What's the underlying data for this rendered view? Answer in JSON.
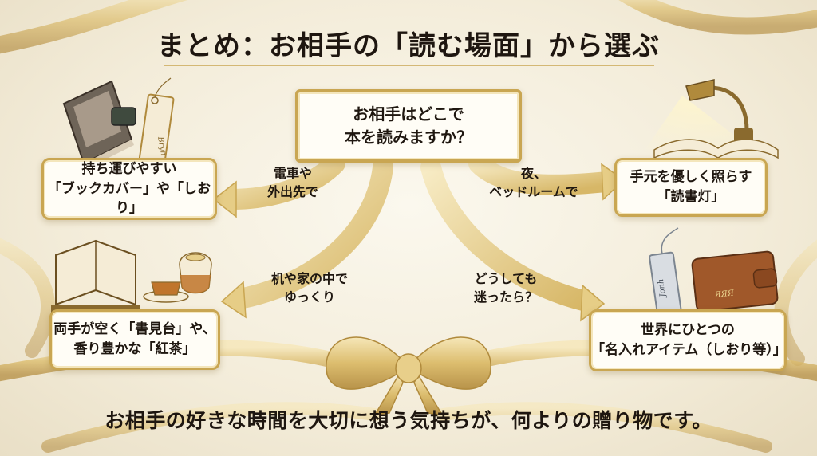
{
  "title": "まとめ：お相手の「読む場面」から選ぶ",
  "center": {
    "line1": "お相手はどこで",
    "line2": "本を読みますか？"
  },
  "nodes": [
    {
      "id": "top-left",
      "line1": "持ち運びやすい",
      "line2": "「ブックカバー」や「しおり」"
    },
    {
      "id": "top-right",
      "line1": "手元を優しく照らす",
      "line2": "「読書灯」"
    },
    {
      "id": "bottom-left",
      "line1": "両手が空く「書見台」や、",
      "line2": "香り豊かな「紅茶」"
    },
    {
      "id": "bottom-right",
      "line1": "世界にひとつの",
      "line2": "「名入れアイテム（しおり等）」"
    }
  ],
  "edge_labels": [
    {
      "id": "train",
      "line1": "電車や",
      "line2": "外出先で"
    },
    {
      "id": "night",
      "line1": "夜、",
      "line2": "ベッドルームで"
    },
    {
      "id": "home",
      "line1": "机や家の中で",
      "line2": "ゆっくり"
    },
    {
      "id": "unsure",
      "line1": "どうしても",
      "line2": "迷ったら？"
    }
  ],
  "footer": "お相手の好きな時間を大切に想う気持ちが、何よりの贈り物です。",
  "illustration_labels": {
    "bookmark_script": "Bryn",
    "silver_bookmark_script": "Jonh",
    "wallet_emboss": "ЯЯЯ"
  },
  "colors": {
    "gold": "#c9a652",
    "ribbon": "#e8cf8a",
    "paper": "#fffdf6"
  }
}
